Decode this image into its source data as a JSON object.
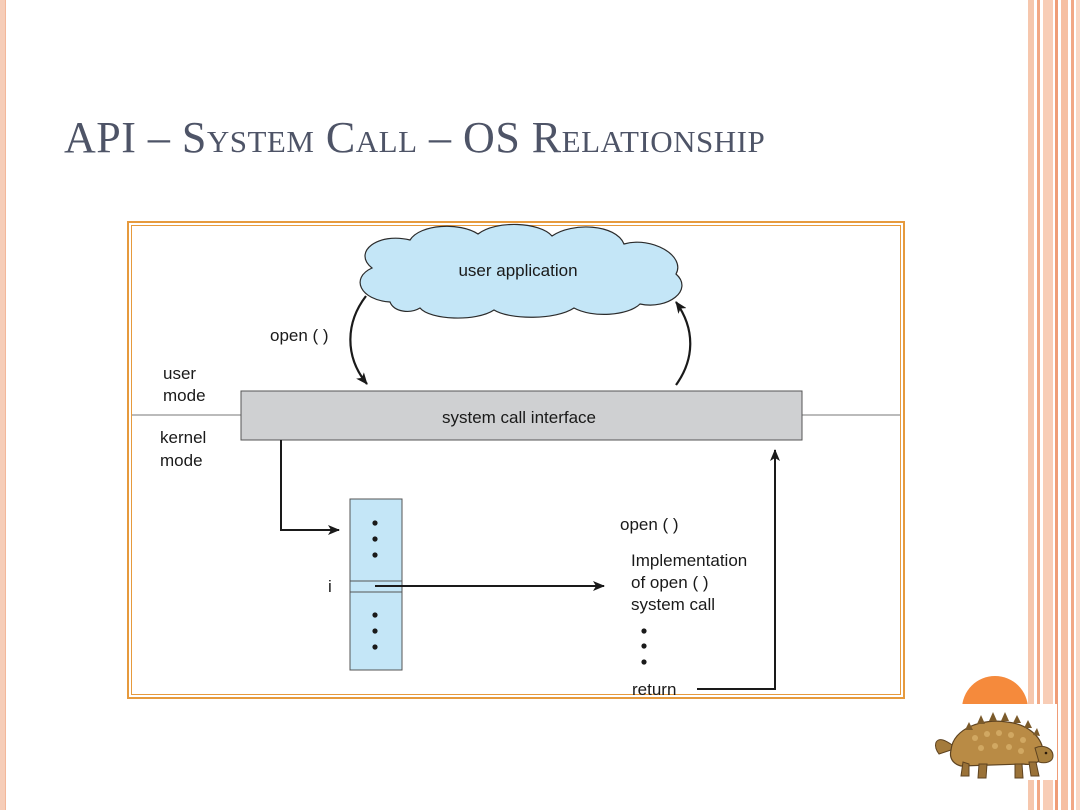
{
  "slide": {
    "title": "API – System Call – OS Relationship"
  },
  "diagram": {
    "cloud_label": "user application",
    "open_call_label": "open ( )",
    "user_mode_line1": "user",
    "user_mode_line2": "mode",
    "kernel_mode_line1": "kernel",
    "kernel_mode_line2": "mode",
    "interface_label": "system call interface",
    "index_label": "i",
    "impl_title": "open ( )",
    "impl_line1": "Implementation",
    "impl_line2": "of open ( )",
    "impl_line3": "system call",
    "return_label": "return"
  },
  "colors": {
    "frame": "#e69a3d",
    "cloud_fill": "#c4e6f7",
    "interface_fill": "#cfd0d2",
    "table_fill": "#c4e6f7",
    "badge": "#f58a3c",
    "title": "#4e5467"
  },
  "icons": {
    "mascot": "ankylosaurus-dinosaur-icon"
  }
}
